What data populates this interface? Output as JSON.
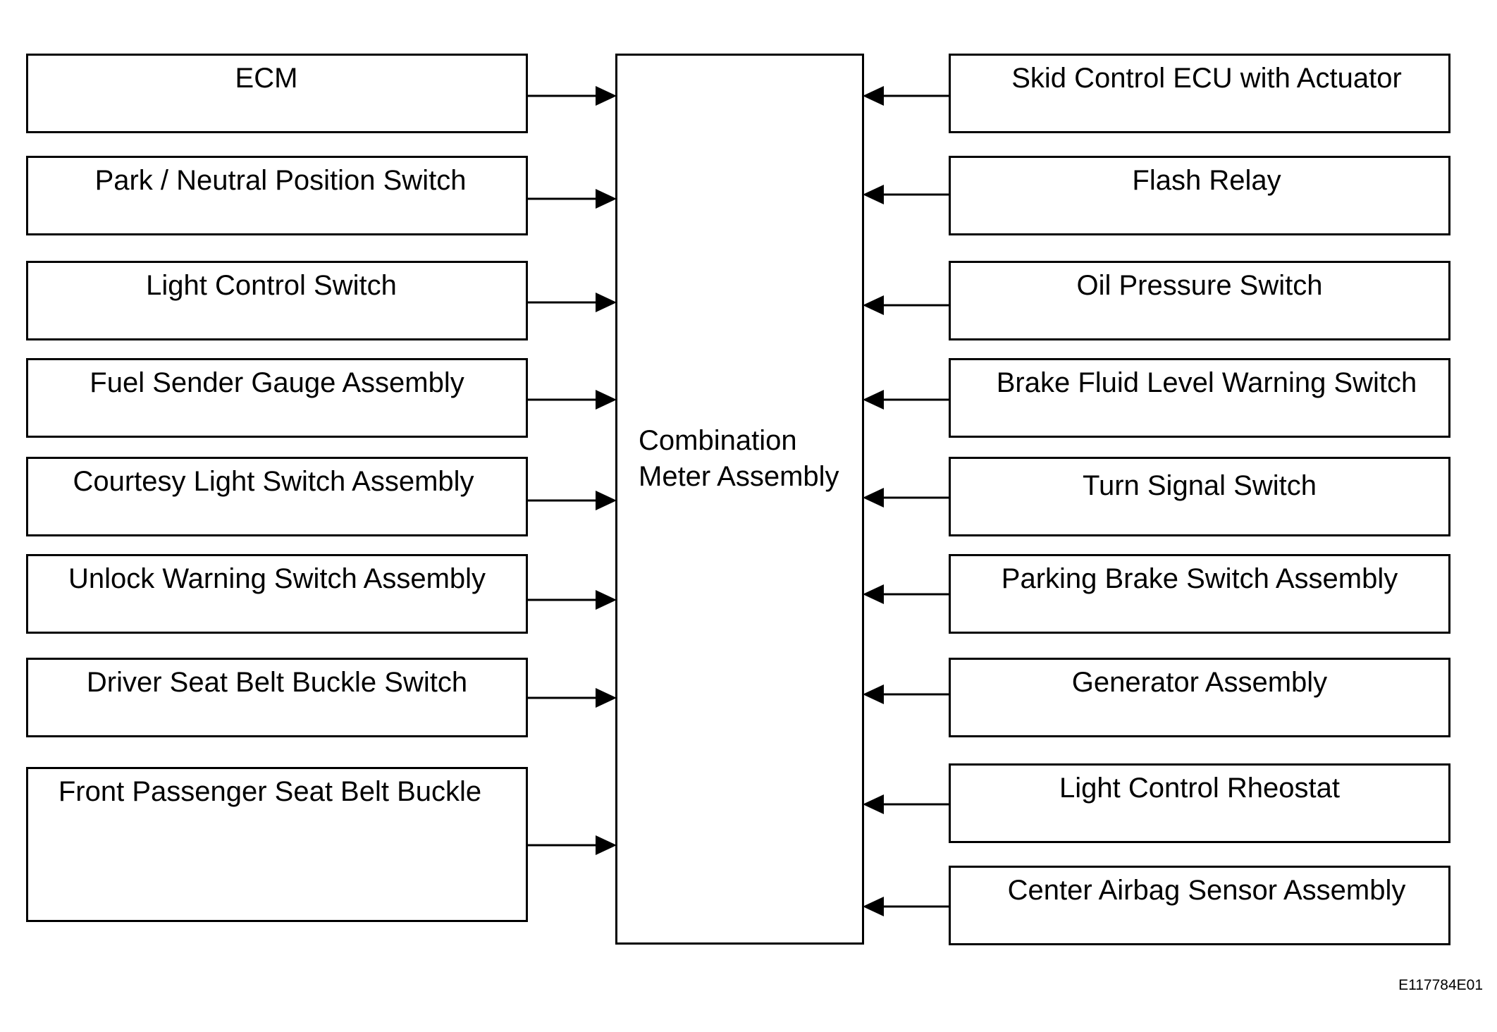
{
  "diagram": {
    "center": {
      "lines": [
        "Combination",
        "Meter Assembly"
      ]
    },
    "left_inputs": [
      {
        "label": "ECM"
      },
      {
        "label": "Park / Neutral Position Switch"
      },
      {
        "label": "Light Control Switch"
      },
      {
        "label": "Fuel Sender Gauge Assembly"
      },
      {
        "label": "Courtesy Light Switch Assembly"
      },
      {
        "label": "Unlock Warning Switch Assembly"
      },
      {
        "label": "Driver Seat Belt Buckle Switch"
      },
      {
        "label": "Front Passenger Seat Belt Buckle"
      }
    ],
    "right_inputs": [
      {
        "label": "Skid Control ECU with Actuator"
      },
      {
        "label": "Flash Relay"
      },
      {
        "label": "Oil Pressure Switch"
      },
      {
        "label": "Brake Fluid Level Warning Switch"
      },
      {
        "label": "Turn Signal Switch"
      },
      {
        "label": "Parking Brake Switch Assembly"
      },
      {
        "label": "Generator Assembly"
      },
      {
        "label": "Light Control Rheostat"
      },
      {
        "label": "Center Airbag Sensor Assembly"
      }
    ],
    "code": "E117784E01"
  }
}
